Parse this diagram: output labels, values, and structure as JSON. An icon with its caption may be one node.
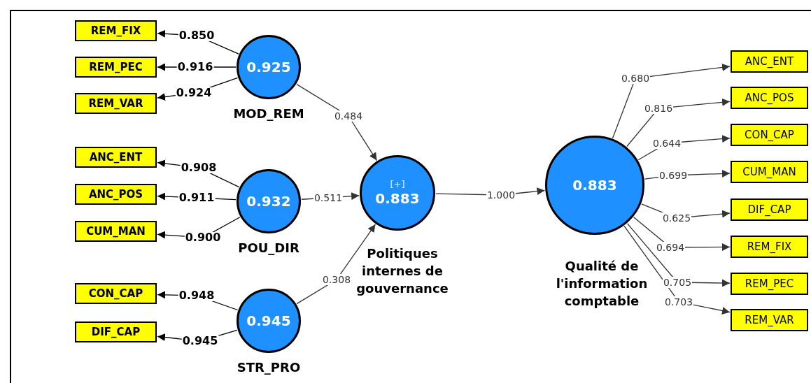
{
  "diagram": {
    "nodes": [
      {
        "text": [
          "REM_FIX"
        ]
      },
      {
        "text": [
          "REM_PEC"
        ]
      },
      {
        "text": [
          "REM_VAR"
        ]
      },
      {
        "text": [
          "0.925"
        ],
        "beside": [
          "MOD_REM"
        ]
      },
      {
        "text": [
          "ANC_ENT"
        ]
      },
      {
        "text": [
          "ANC_POS"
        ]
      },
      {
        "text": [
          "CUM_MAN"
        ]
      },
      {
        "text": [
          "0.932"
        ],
        "beside": [
          "POU_DIR"
        ]
      },
      {
        "text": [
          "CON_CAP"
        ]
      },
      {
        "text": [
          "DIF_CAP"
        ]
      },
      {
        "text": [
          "0.945"
        ],
        "beside": [
          "STR_PRO"
        ]
      },
      {
        "text": [
          "[+]",
          "0.883"
        ],
        "beside": [
          "Politiques internes de gouvernance"
        ]
      },
      {
        "text": [
          "0.883"
        ],
        "beside": [
          "Qualité de l'information comptable"
        ]
      },
      {
        "text": [
          "ANC_ENT"
        ]
      },
      {
        "text": [
          "ANC_POS"
        ]
      },
      {
        "text": [
          "CON_CAP"
        ]
      },
      {
        "text": [
          "CUM_MAN"
        ]
      },
      {
        "text": [
          "DIF_CAP"
        ]
      },
      {
        "text": [
          "REM_FIX"
        ]
      },
      {
        "text": [
          "REM_PEC"
        ]
      },
      {
        "text": [
          "REM_VAR"
        ]
      }
    ],
    "edges": [
      {
        "from": 3,
        "to": 0,
        "arrow": "to",
        "label": "0.850"
      },
      {
        "from": 3,
        "to": 1,
        "arrow": "to",
        "label": "0.916"
      },
      {
        "from": 3,
        "to": 2,
        "arrow": "to",
        "label": "0.924"
      },
      {
        "from": 7,
        "to": 4,
        "arrow": "to",
        "label": "0.908"
      },
      {
        "from": 7,
        "to": 5,
        "arrow": "to",
        "label": "0.911"
      },
      {
        "from": 7,
        "to": 6,
        "arrow": "to",
        "label": "0.900"
      },
      {
        "from": 10,
        "to": 8,
        "arrow": "to",
        "label": "0.948"
      },
      {
        "from": 10,
        "to": 9,
        "arrow": "to",
        "label": "0.945"
      },
      {
        "from": 3,
        "to": 11,
        "arrow": "to",
        "label": "0.484"
      },
      {
        "from": 7,
        "to": 11,
        "arrow": "to",
        "label": "0.511"
      },
      {
        "from": 10,
        "to": 11,
        "arrow": "to",
        "label": "0.308"
      },
      {
        "from": 11,
        "to": 12,
        "arrow": "to",
        "label": "1.000"
      },
      {
        "from": 12,
        "to": 13,
        "arrow": "to",
        "label": "0.680"
      },
      {
        "from": 12,
        "to": 14,
        "arrow": "to",
        "label": "0.816"
      },
      {
        "from": 12,
        "to": 15,
        "arrow": "to",
        "label": "0.644"
      },
      {
        "from": 12,
        "to": 16,
        "arrow": "to",
        "label": "0.699"
      },
      {
        "from": 12,
        "to": 17,
        "arrow": "to",
        "label": "0.625"
      },
      {
        "from": 12,
        "to": 18,
        "arrow": "to",
        "label": "0.694"
      },
      {
        "from": 12,
        "to": 19,
        "arrow": "to",
        "label": "0.705"
      },
      {
        "from": 12,
        "to": 20,
        "arrow": "to",
        "label": "0.703"
      }
    ]
  }
}
